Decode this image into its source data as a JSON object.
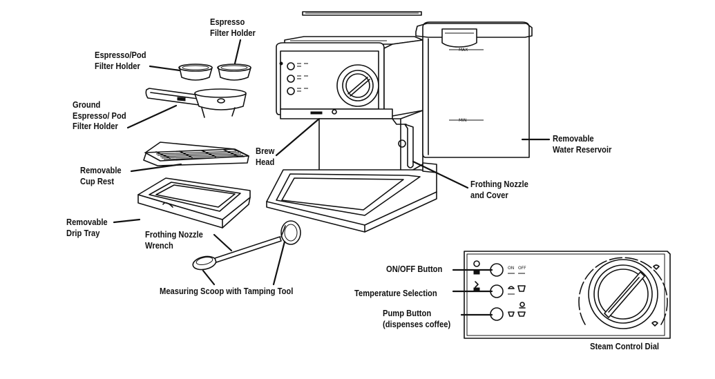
{
  "labels": {
    "espresso_filter_holder": [
      "Espresso",
      "Filter Holder"
    ],
    "espresso_pod_filter_holder": [
      "Espresso/Pod",
      "Filter Holder"
    ],
    "ground_espresso_pod_filter_holder": [
      "Ground",
      "Espresso/ Pod",
      "Filter Holder"
    ],
    "brew_head": [
      "Brew",
      "Head"
    ],
    "removable_cup_rest": [
      "Removable",
      "Cup Rest"
    ],
    "removable_drip_tray": [
      "Removable",
      "Drip Tray"
    ],
    "frothing_nozzle_wrench": [
      "Frothing Nozzle",
      "Wrench"
    ],
    "measuring_scoop": [
      "Measuring Scoop with Tamping Tool"
    ],
    "removable_water_reservoir": [
      "Removable",
      "Water Reservoir"
    ],
    "frothing_nozzle_and_cover": [
      "Frothing Nozzle",
      "and Cover"
    ],
    "on_off_button": [
      "ON/OFF Button"
    ],
    "temperature_selection": [
      "Temperature Selection"
    ],
    "pump_button": [
      "Pump Button",
      "(dispenses coffee)"
    ],
    "steam_control_dial": [
      "Steam Control Dial"
    ]
  },
  "panel_text": {
    "on": "ON",
    "off": "OFF",
    "max": "MAX",
    "min": "MIN"
  },
  "colors": {
    "ink": "#111111",
    "background": "#ffffff"
  }
}
